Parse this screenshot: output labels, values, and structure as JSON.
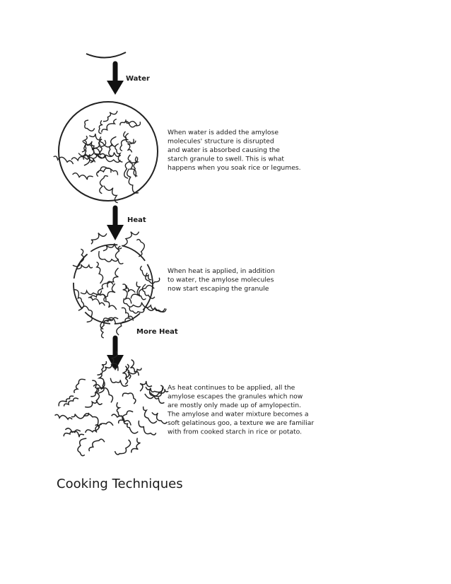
{
  "diagram": {
    "labels": {
      "water": "Water",
      "heat": "Heat",
      "more_heat": "More Heat"
    },
    "descriptions": {
      "stage1": [
        "When water is added the amylose",
        "molecules' structure is disrupted",
        "and water is absorbed causing the",
        "starch granule to swell. This is what",
        "happens when you soak rice or legumes."
      ],
      "stage2": [
        "When heat is applied, in addition",
        "to water, the amylose molecules",
        "now start escaping the granule"
      ],
      "stage3": [
        "As heat continues to be applied, all the",
        "amylose escapes the granules which now",
        "are mostly only made up of amylopectin.",
        "The amylose and water mixture becomes a",
        "soft gelatinous goo, a texture we are familiar",
        "with from cooked starch in rice or potato."
      ]
    }
  },
  "caption": "Cooking Techniques"
}
